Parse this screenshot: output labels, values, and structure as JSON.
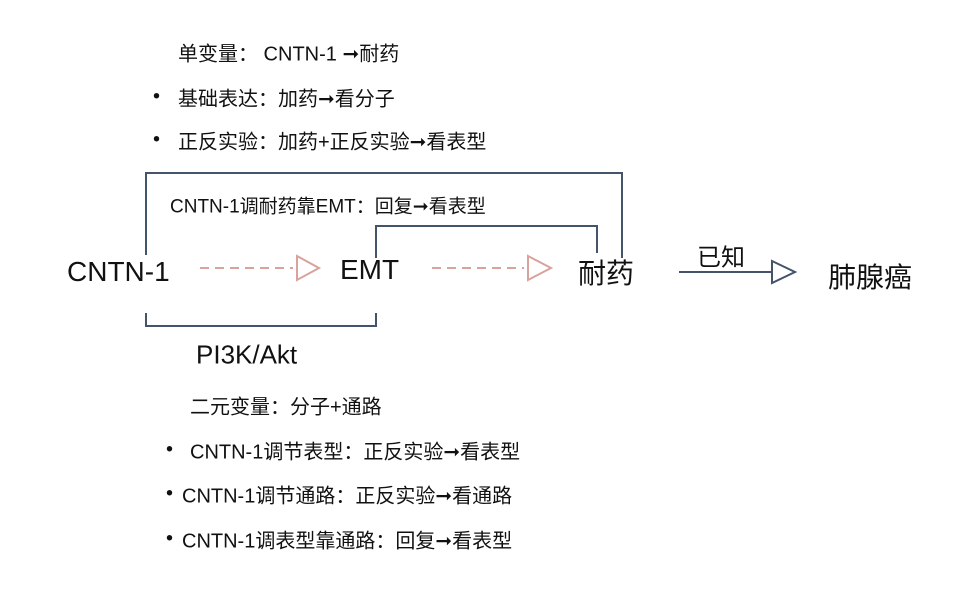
{
  "top": {
    "title": "单变量： CNTN-1  ➞耐药",
    "bullets": [
      "基础表达：加药➞看分子",
      "正反实验：加药+正反实验➞看表型"
    ]
  },
  "diagram": {
    "node_a": "CNTN-1",
    "node_b": "EMT",
    "node_c": "耐药",
    "node_d": "肺腺癌",
    "known_label": "已知",
    "pathway_label": "PI3K/Akt",
    "mediation_caption": "CNTN-1调耐药靠EMT：回复➞看表型",
    "colors": {
      "dashed": "#d9a29c",
      "solid": "#44546a"
    }
  },
  "bottom": {
    "title": "二元变量：分子+通路",
    "bullets": [
      "CNTN-1调节表型：正反实验➞看表型",
      "CNTN-1调节通路：正反实验➞看通路",
      "CNTN-1调表型靠通路：回复➞看表型"
    ]
  },
  "bullet_char": "•"
}
